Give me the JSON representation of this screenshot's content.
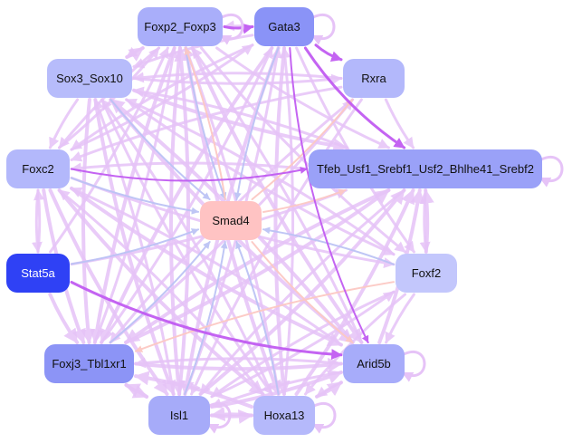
{
  "diagram": {
    "type": "regulatory-network",
    "nodes": [
      {
        "id": "Foxp2_Foxp3",
        "label": "Foxp2_Foxp3",
        "fill": "#a9aefa",
        "text": "#111111"
      },
      {
        "id": "Gata3",
        "label": "Gata3",
        "fill": "#8a93f7",
        "text": "#111111"
      },
      {
        "id": "Sox3_Sox10",
        "label": "Sox3_Sox10",
        "fill": "#b7bcfb",
        "text": "#111111"
      },
      {
        "id": "Rxra",
        "label": "Rxra",
        "fill": "#b3b8fb",
        "text": "#111111"
      },
      {
        "id": "Foxc2",
        "label": "Foxc2",
        "fill": "#b3b8fb",
        "text": "#111111"
      },
      {
        "id": "Tfeb",
        "label": "Tfeb_Usf1_Srebf1_Usf2_Bhlhe41_Srebf2",
        "fill": "#9aa1f8",
        "text": "#111111"
      },
      {
        "id": "Smad4",
        "label": "Smad4",
        "fill": "#ffc3c3",
        "text": "#111111"
      },
      {
        "id": "Stat5a",
        "label": "Stat5a",
        "fill": "#2f41f5",
        "text": "#ffffff"
      },
      {
        "id": "Foxf2",
        "label": "Foxf2",
        "fill": "#c3c7fc",
        "text": "#111111"
      },
      {
        "id": "Foxj3_Tbl1xr1",
        "label": "Foxj3_Tbl1xr1",
        "fill": "#8c94f6",
        "text": "#111111"
      },
      {
        "id": "Arid5b",
        "label": "Arid5b",
        "fill": "#a7acfa",
        "text": "#111111"
      },
      {
        "id": "Isl1",
        "label": "Isl1",
        "fill": "#a6abf9",
        "text": "#111111"
      },
      {
        "id": "Hoxa13",
        "label": "Hoxa13",
        "fill": "#b5b9fb",
        "text": "#111111"
      }
    ],
    "edge_colors": {
      "default": "#e6c3f7",
      "strong": "#c15cf2",
      "blue": "#bcc3f5",
      "peach": "#fcc9c4"
    },
    "edges": [
      {
        "from": "Foxp2_Foxp3",
        "to": "Gata3",
        "kind": "strong",
        "weight": 3
      },
      {
        "from": "Gata3",
        "to": "Foxp2_Foxp3",
        "kind": "default",
        "weight": 3
      },
      {
        "from": "Gata3",
        "to": "Rxra",
        "kind": "strong",
        "weight": 3
      },
      {
        "from": "Gata3",
        "to": "Tfeb",
        "kind": "strong",
        "weight": 3
      },
      {
        "from": "Gata3",
        "to": "Arid5b",
        "kind": "strong",
        "weight": 2
      },
      {
        "from": "Stat5a",
        "to": "Arid5b",
        "kind": "strong",
        "weight": 3
      },
      {
        "from": "Foxc2",
        "to": "Tfeb",
        "kind": "strong",
        "weight": 2
      },
      {
        "from": "Foxp2_Foxp3",
        "to": "Smad4",
        "kind": "blue",
        "weight": 2
      },
      {
        "from": "Gata3",
        "to": "Smad4",
        "kind": "blue",
        "weight": 2
      },
      {
        "from": "Sox3_Sox10",
        "to": "Smad4",
        "kind": "blue",
        "weight": 2
      },
      {
        "from": "Foxc2",
        "to": "Smad4",
        "kind": "blue",
        "weight": 2
      },
      {
        "from": "Stat5a",
        "to": "Smad4",
        "kind": "blue",
        "weight": 2
      },
      {
        "from": "Foxj3_Tbl1xr1",
        "to": "Smad4",
        "kind": "blue",
        "weight": 2
      },
      {
        "from": "Isl1",
        "to": "Smad4",
        "kind": "blue",
        "weight": 2
      },
      {
        "from": "Hoxa13",
        "to": "Smad4",
        "kind": "blue",
        "weight": 2
      },
      {
        "from": "Foxf2",
        "to": "Smad4",
        "kind": "blue",
        "weight": 2
      },
      {
        "from": "Smad4",
        "to": "Tfeb",
        "kind": "peach",
        "weight": 2
      },
      {
        "from": "Smad4",
        "to": "Foxp2_Foxp3",
        "kind": "peach",
        "weight": 2
      },
      {
        "from": "Smad4",
        "to": "Arid5b",
        "kind": "peach",
        "weight": 2
      },
      {
        "from": "Smad4",
        "to": "Rxra",
        "kind": "peach",
        "weight": 2
      },
      {
        "from": "Foxf2",
        "to": "Foxj3_Tbl1xr1",
        "kind": "peach",
        "weight": 2
      },
      {
        "from": "Sox3_Sox10",
        "to": "Foxp2_Foxp3",
        "kind": "default",
        "weight": 4
      },
      {
        "from": "Sox3_Sox10",
        "to": "Rxra",
        "kind": "default",
        "weight": 3
      },
      {
        "from": "Sox3_Sox10",
        "to": "Tfeb",
        "kind": "default",
        "weight": 4
      },
      {
        "from": "Sox3_Sox10",
        "to": "Foxc2",
        "kind": "default",
        "weight": 3
      },
      {
        "from": "Sox3_Sox10",
        "to": "Foxj3_Tbl1xr1",
        "kind": "default",
        "weight": 4
      },
      {
        "from": "Sox3_Sox10",
        "to": "Isl1",
        "kind": "default",
        "weight": 4
      },
      {
        "from": "Sox3_Sox10",
        "to": "Hoxa13",
        "kind": "default",
        "weight": 3
      },
      {
        "from": "Sox3_Sox10",
        "to": "Arid5b",
        "kind": "default",
        "weight": 4
      },
      {
        "from": "Sox3_Sox10",
        "to": "Foxf2",
        "kind": "default",
        "weight": 3
      },
      {
        "from": "Foxp2_Foxp3",
        "to": "Foxc2",
        "kind": "default",
        "weight": 3
      },
      {
        "from": "Foxp2_Foxp3",
        "to": "Foxj3_Tbl1xr1",
        "kind": "default",
        "weight": 4
      },
      {
        "from": "Foxp2_Foxp3",
        "to": "Isl1",
        "kind": "default",
        "weight": 4
      },
      {
        "from": "Foxp2_Foxp3",
        "to": "Hoxa13",
        "kind": "default",
        "weight": 4
      },
      {
        "from": "Foxp2_Foxp3",
        "to": "Arid5b",
        "kind": "default",
        "weight": 4
      },
      {
        "from": "Foxp2_Foxp3",
        "to": "Tfeb",
        "kind": "default",
        "weight": 3
      },
      {
        "from": "Foxp2_Foxp3",
        "to": "Foxf2",
        "kind": "default",
        "weight": 3
      },
      {
        "from": "Foxp2_Foxp3",
        "to": "Sox3_Sox10",
        "kind": "default",
        "weight": 3
      },
      {
        "from": "Gata3",
        "to": "Sox3_Sox10",
        "kind": "default",
        "weight": 3
      },
      {
        "from": "Gata3",
        "to": "Foxc2",
        "kind": "default",
        "weight": 3
      },
      {
        "from": "Gata3",
        "to": "Foxj3_Tbl1xr1",
        "kind": "default",
        "weight": 4
      },
      {
        "from": "Gata3",
        "to": "Isl1",
        "kind": "default",
        "weight": 4
      },
      {
        "from": "Gata3",
        "to": "Hoxa13",
        "kind": "default",
        "weight": 4
      },
      {
        "from": "Gata3",
        "to": "Foxf2",
        "kind": "default",
        "weight": 3
      },
      {
        "from": "Foxc2",
        "to": "Foxp2_Foxp3",
        "kind": "default",
        "weight": 3
      },
      {
        "from": "Foxc2",
        "to": "Gata3",
        "kind": "default",
        "weight": 3
      },
      {
        "from": "Foxc2",
        "to": "Foxj3_Tbl1xr1",
        "kind": "default",
        "weight": 4
      },
      {
        "from": "Foxc2",
        "to": "Isl1",
        "kind": "default",
        "weight": 4
      },
      {
        "from": "Foxc2",
        "to": "Hoxa13",
        "kind": "default",
        "weight": 4
      },
      {
        "from": "Foxc2",
        "to": "Arid5b",
        "kind": "default",
        "weight": 4
      },
      {
        "from": "Foxc2",
        "to": "Foxf2",
        "kind": "default",
        "weight": 3
      },
      {
        "from": "Foxc2",
        "to": "Stat5a",
        "kind": "default",
        "weight": 3
      },
      {
        "from": "Stat5a",
        "to": "Foxj3_Tbl1xr1",
        "kind": "default",
        "weight": 4
      },
      {
        "from": "Stat5a",
        "to": "Tfeb",
        "kind": "default",
        "weight": 3
      },
      {
        "from": "Stat5a",
        "to": "Foxp2_Foxp3",
        "kind": "default",
        "weight": 3
      },
      {
        "from": "Stat5a",
        "to": "Foxc2",
        "kind": "default",
        "weight": 3
      },
      {
        "from": "Foxj3_Tbl1xr1",
        "to": "Tfeb",
        "kind": "default",
        "weight": 4
      },
      {
        "from": "Foxj3_Tbl1xr1",
        "to": "Arid5b",
        "kind": "default",
        "weight": 4
      },
      {
        "from": "Foxj3_Tbl1xr1",
        "to": "Isl1",
        "kind": "default",
        "weight": 4
      },
      {
        "from": "Foxj3_Tbl1xr1",
        "to": "Foxp2_Foxp3",
        "kind": "default",
        "weight": 3
      },
      {
        "from": "Foxj3_Tbl1xr1",
        "to": "Gata3",
        "kind": "default",
        "weight": 3
      },
      {
        "from": "Foxj3_Tbl1xr1",
        "to": "Rxra",
        "kind": "default",
        "weight": 3
      },
      {
        "from": "Isl1",
        "to": "Tfeb",
        "kind": "default",
        "weight": 4
      },
      {
        "from": "Isl1",
        "to": "Hoxa13",
        "kind": "default",
        "weight": 4
      },
      {
        "from": "Isl1",
        "to": "Foxp2_Foxp3",
        "kind": "default",
        "weight": 4
      },
      {
        "from": "Isl1",
        "to": "Gata3",
        "kind": "default",
        "weight": 3
      },
      {
        "from": "Isl1",
        "to": "Sox3_Sox10",
        "kind": "default",
        "weight": 3
      },
      {
        "from": "Isl1",
        "to": "Foxj3_Tbl1xr1",
        "kind": "default",
        "weight": 4
      },
      {
        "from": "Isl1",
        "to": "Arid5b",
        "kind": "default",
        "weight": 4
      },
      {
        "from": "Isl1",
        "to": "Foxf2",
        "kind": "default",
        "weight": 3
      },
      {
        "from": "Hoxa13",
        "to": "Isl1",
        "kind": "default",
        "weight": 4
      },
      {
        "from": "Hoxa13",
        "to": "Tfeb",
        "kind": "default",
        "weight": 4
      },
      {
        "from": "Hoxa13",
        "to": "Foxp2_Foxp3",
        "kind": "default",
        "weight": 3
      },
      {
        "from": "Hoxa13",
        "to": "Gata3",
        "kind": "default",
        "weight": 3
      },
      {
        "from": "Hoxa13",
        "to": "Sox3_Sox10",
        "kind": "default",
        "weight": 3
      },
      {
        "from": "Hoxa13",
        "to": "Foxj3_Tbl1xr1",
        "kind": "default",
        "weight": 4
      },
      {
        "from": "Hoxa13",
        "to": "Foxc2",
        "kind": "default",
        "weight": 3
      },
      {
        "from": "Hoxa13",
        "to": "Arid5b",
        "kind": "default",
        "weight": 4
      },
      {
        "from": "Arid5b",
        "to": "Tfeb",
        "kind": "default",
        "weight": 4
      },
      {
        "from": "Arid5b",
        "to": "Foxp2_Foxp3",
        "kind": "default",
        "weight": 3
      },
      {
        "from": "Arid5b",
        "to": "Sox3_Sox10",
        "kind": "default",
        "weight": 4
      },
      {
        "from": "Arid5b",
        "to": "Foxj3_Tbl1xr1",
        "kind": "default",
        "weight": 3
      },
      {
        "from": "Arid5b",
        "to": "Isl1",
        "kind": "default",
        "weight": 3
      },
      {
        "from": "Arid5b",
        "to": "Hoxa13",
        "kind": "default",
        "weight": 3
      },
      {
        "from": "Arid5b",
        "to": "Foxc2",
        "kind": "default",
        "weight": 3
      },
      {
        "from": "Foxf2",
        "to": "Tfeb",
        "kind": "default",
        "weight": 4
      },
      {
        "from": "Foxf2",
        "to": "Arid5b",
        "kind": "default",
        "weight": 3
      },
      {
        "from": "Foxf2",
        "to": "Hoxa13",
        "kind": "default",
        "weight": 3
      },
      {
        "from": "Foxf2",
        "to": "Isl1",
        "kind": "default",
        "weight": 3
      },
      {
        "from": "Foxf2",
        "to": "Sox3_Sox10",
        "kind": "default",
        "weight": 3
      },
      {
        "from": "Tfeb",
        "to": "Foxf2",
        "kind": "default",
        "weight": 3
      },
      {
        "from": "Tfeb",
        "to": "Foxc2",
        "kind": "default",
        "weight": 3
      },
      {
        "from": "Tfeb",
        "to": "Foxj3_Tbl1xr1",
        "kind": "default",
        "weight": 4
      },
      {
        "from": "Tfeb",
        "to": "Sox3_Sox10",
        "kind": "default",
        "weight": 3
      },
      {
        "from": "Tfeb",
        "to": "Isl1",
        "kind": "default",
        "weight": 3
      },
      {
        "from": "Rxra",
        "to": "Tfeb",
        "kind": "default",
        "weight": 3
      },
      {
        "from": "Rxra",
        "to": "Sox3_Sox10",
        "kind": "default",
        "weight": 3
      },
      {
        "from": "Rxra",
        "to": "Foxj3_Tbl1xr1",
        "kind": "default",
        "weight": 3
      },
      {
        "from": "Rxra",
        "to": "Isl1",
        "kind": "default",
        "weight": 3
      },
      {
        "from": "Rxra",
        "to": "Foxc2",
        "kind": "default",
        "weight": 3
      }
    ],
    "self_loops": [
      "Foxp2_Foxp3",
      "Gata3",
      "Tfeb",
      "Arid5b",
      "Isl1",
      "Hoxa13"
    ]
  }
}
